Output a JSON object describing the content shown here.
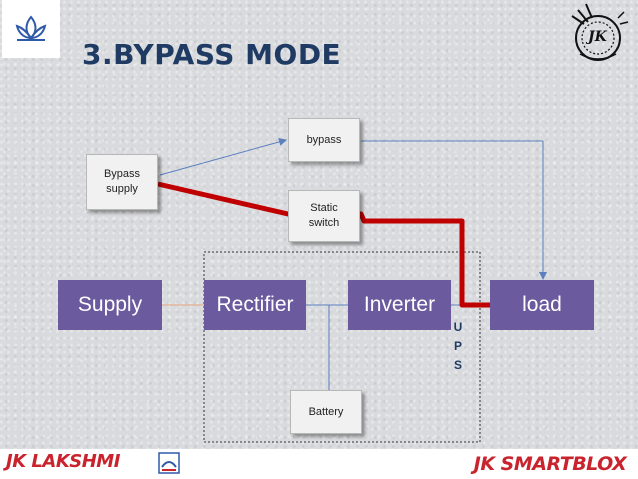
{
  "title": "3.BYPASS MODE",
  "nodes": {
    "bypass_supply": "Bypass\nsupply",
    "bypass": "bypass",
    "static_switch": "Static\nswitch",
    "supply": "Supply",
    "rectifier": "Rectifier",
    "inverter": "Inverter",
    "load": "load",
    "battery": "Battery"
  },
  "ups_letters": [
    "U",
    "P",
    "S"
  ],
  "logos": {
    "left_brand": "JK LAKSHMI",
    "right_brand": "JK SMARTBLOX",
    "top_right_seal": "JK"
  },
  "colors": {
    "title": "#1f3b63",
    "block_fill": "#6b5a9d",
    "block_text": "#ffffff",
    "active_path": "#c00000",
    "connector": "#5b7fbf",
    "supply_link": "#e8a07a",
    "brand_red": "#c9242d"
  },
  "icons": [
    "lotus-logo-icon",
    "seal-logo-icon"
  ]
}
